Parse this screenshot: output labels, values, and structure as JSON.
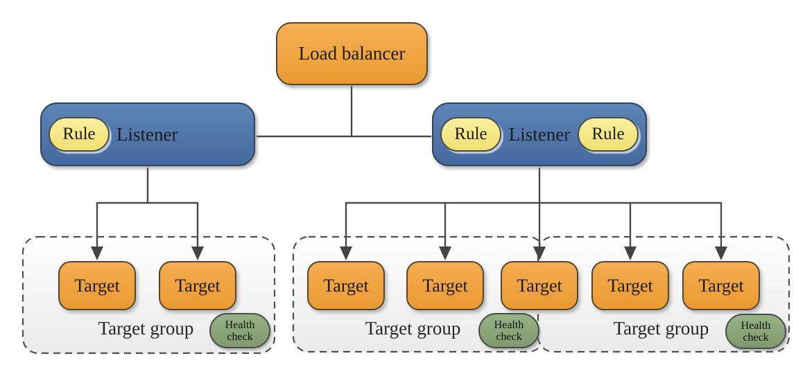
{
  "load_balancer": {
    "label": "Load balancer"
  },
  "listeners": [
    {
      "label": "Listener",
      "rules": [
        {
          "label": "Rule"
        }
      ]
    },
    {
      "label": "Listener",
      "rules": [
        {
          "label": "Rule"
        },
        {
          "label": "Rule"
        }
      ]
    }
  ],
  "target_groups": [
    {
      "label": "Target group",
      "health_check": {
        "line1": "Health",
        "line2": "check"
      },
      "targets": [
        {
          "label": "Target"
        },
        {
          "label": "Target"
        }
      ]
    },
    {
      "label": "Target group",
      "health_check": {
        "line1": "Health",
        "line2": "check"
      },
      "targets": [
        {
          "label": "Target"
        },
        {
          "label": "Target"
        },
        {
          "label": "Target"
        }
      ]
    },
    {
      "label": "Target group",
      "health_check": {
        "line1": "Health",
        "line2": "check"
      },
      "targets": [
        {
          "label": "Target"
        },
        {
          "label": "Target"
        }
      ]
    }
  ],
  "colors": {
    "orange": "#f0a445",
    "blue": "#4d78ad",
    "yellow": "#f5e67f",
    "green": "#8ca87c",
    "line": "#4a4a4a",
    "group_fill": "#f0f0f0"
  }
}
